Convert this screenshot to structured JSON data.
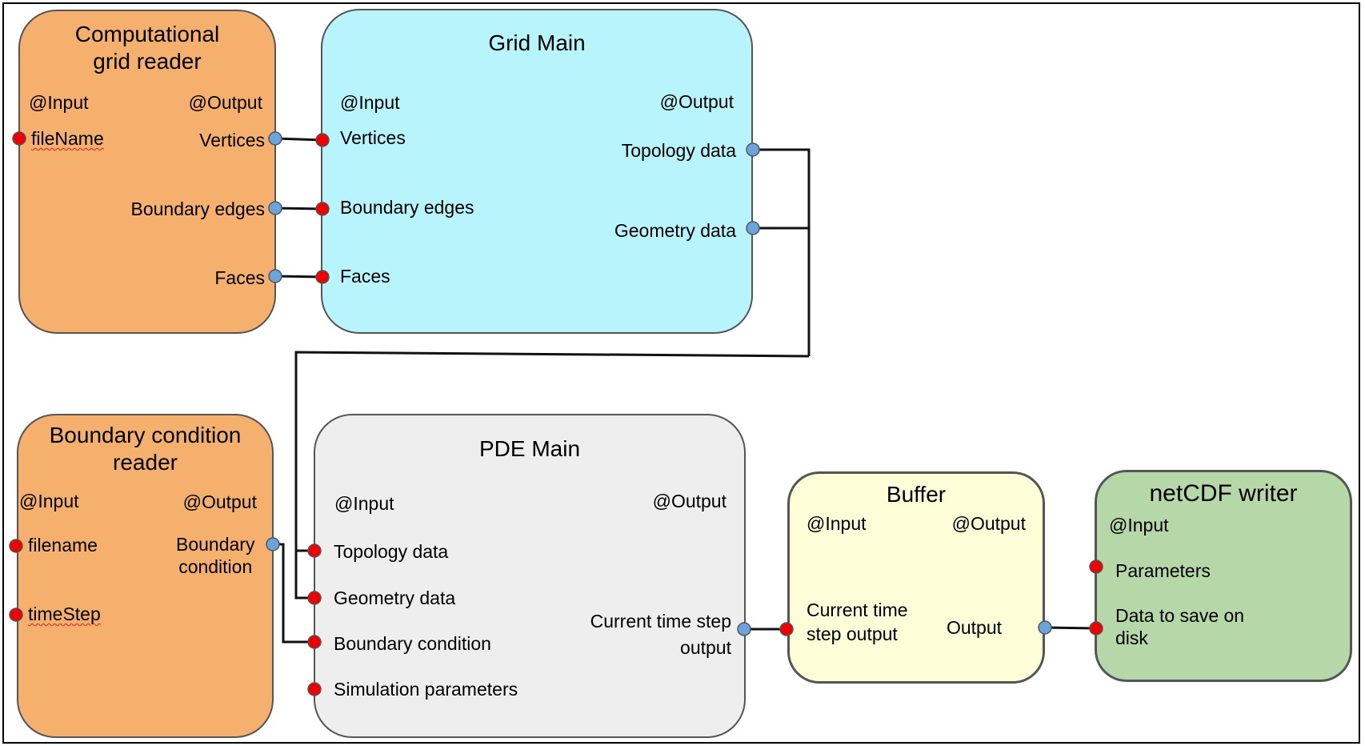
{
  "colors": {
    "reader": "#f5b06e",
    "grid_main": "#b8f4fc",
    "pde_main": "#eeeeee",
    "buffer": "#fdfed8",
    "netcdf": "#b6d8a8",
    "input_port": "#f00000",
    "output_port": "#6aa4dc",
    "wire": "#111111",
    "misspelling_underline": "#e02020"
  },
  "blocks": {
    "grid_reader": {
      "title_line1": "Computational",
      "title_line2": "grid reader",
      "input_header": "@Input",
      "output_header": "@Output",
      "inputs": [
        "fileName"
      ],
      "outputs": [
        "Vertices",
        "Boundary edges",
        "Faces"
      ]
    },
    "grid_main": {
      "title": "Grid Main",
      "input_header": "@Input",
      "output_header": "@Output",
      "inputs": [
        "Vertices",
        "Boundary edges",
        "Faces"
      ],
      "outputs": [
        "Topology data",
        "Geometry data"
      ]
    },
    "bc_reader": {
      "title_line1": "Boundary condition",
      "title_line2": "reader",
      "input_header": "@Input",
      "output_header": "@Output",
      "inputs": [
        "filename",
        "timeStep"
      ],
      "output_line1": "Boundary",
      "output_line2": "condition"
    },
    "pde_main": {
      "title": "PDE Main",
      "input_header": "@Input",
      "output_header": "@Output",
      "inputs": [
        "Topology data",
        "Geometry data",
        "Boundary condition",
        "Simulation parameters"
      ],
      "output_line1": "Current time step",
      "output_line2": "output"
    },
    "buffer": {
      "title": "Buffer",
      "input_header": "@Input",
      "output_header": "@Output",
      "input_line1": "Current time",
      "input_line2": "step output",
      "output": "Output"
    },
    "netcdf_writer": {
      "title": "netCDF writer",
      "input_header": "@Input",
      "inputs": [
        "Parameters"
      ],
      "input2_line1": "Data to save on",
      "input2_line2": "disk"
    }
  }
}
